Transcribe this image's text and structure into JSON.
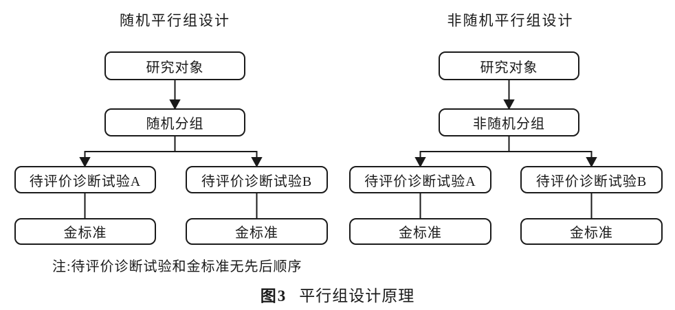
{
  "figure": {
    "charts": [
      {
        "title": "随机平行组设计",
        "subjects": "研究对象",
        "grouping": "随机分组",
        "test_a": "待评价诊断试验A",
        "test_b": "待评价诊断试验B",
        "gold_a": "金标准",
        "gold_b": "金标准"
      },
      {
        "title": "非随机平行组设计",
        "subjects": "研究对象",
        "grouping": "非随机分组",
        "test_a": "待评价诊断试验A",
        "test_b": "待评价诊断试验B",
        "gold_a": "金标准",
        "gold_b": "金标准"
      }
    ],
    "note": "注:待评价诊断试验和金标准无先后顺序",
    "caption": {
      "label": "图3",
      "text": "平行组设计原理"
    },
    "colors": {
      "line": "#1a1a1a",
      "box_border": "#1a1a1a",
      "background": "#ffffff",
      "text": "#1a1a1a"
    }
  }
}
